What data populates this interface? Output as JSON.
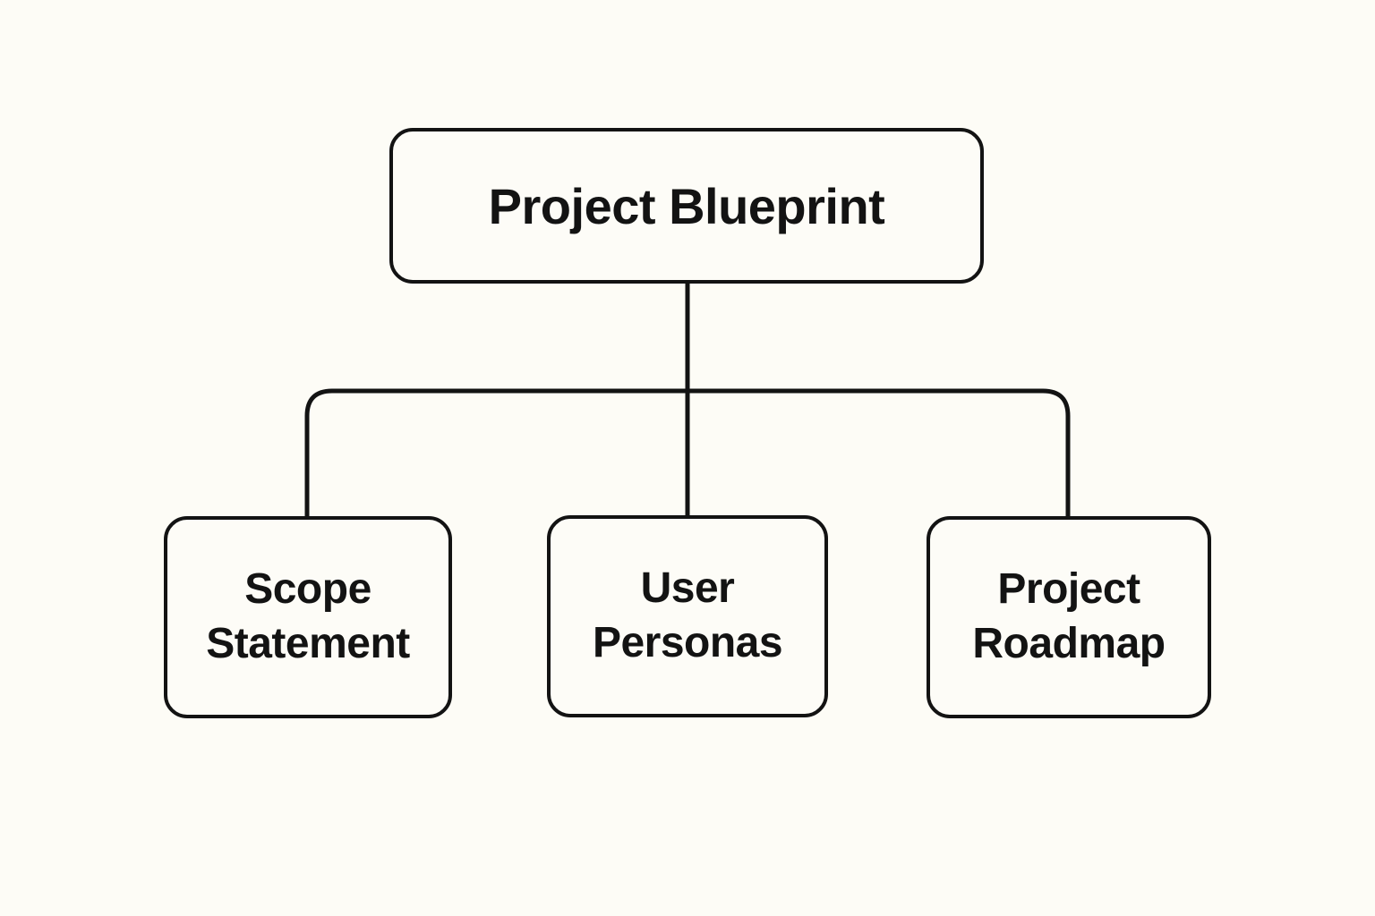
{
  "diagram": {
    "title": "Project Blueprint hierarchy diagram",
    "background_color": "#FDFCF6",
    "node_fill_color": "#FDFCF7",
    "stroke_color": "#131313",
    "root": {
      "label": "Project Blueprint"
    },
    "children": [
      {
        "label": "Scope Statement"
      },
      {
        "label": "User Personas"
      },
      {
        "label": "Project Roadmap"
      }
    ]
  }
}
